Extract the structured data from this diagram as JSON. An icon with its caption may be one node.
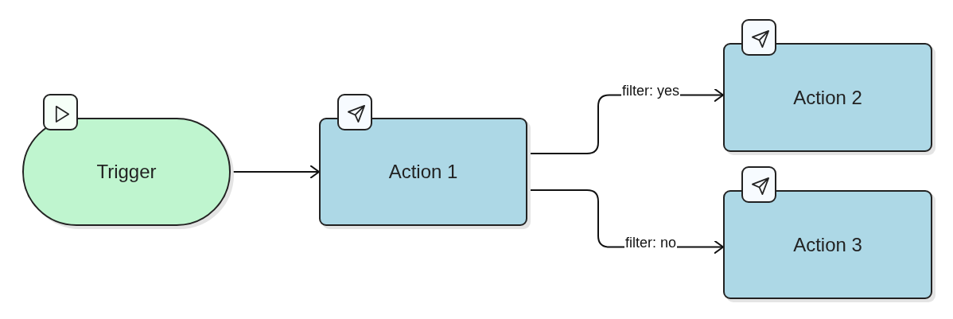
{
  "diagram": {
    "nodes": [
      {
        "text": [
          "Trigger"
        ]
      },
      {
        "text": [
          "Action 1"
        ]
      },
      {
        "text": [
          "Action 2"
        ]
      },
      {
        "text": [
          "Action 3"
        ]
      }
    ],
    "edges": [
      {
        "from": 0,
        "to": 1,
        "arrow": "to"
      },
      {
        "from": 1,
        "to": 2,
        "arrow": "to",
        "label": "filter: yes"
      },
      {
        "from": 1,
        "to": 3,
        "arrow": "to",
        "label": "filter: no"
      }
    ]
  }
}
